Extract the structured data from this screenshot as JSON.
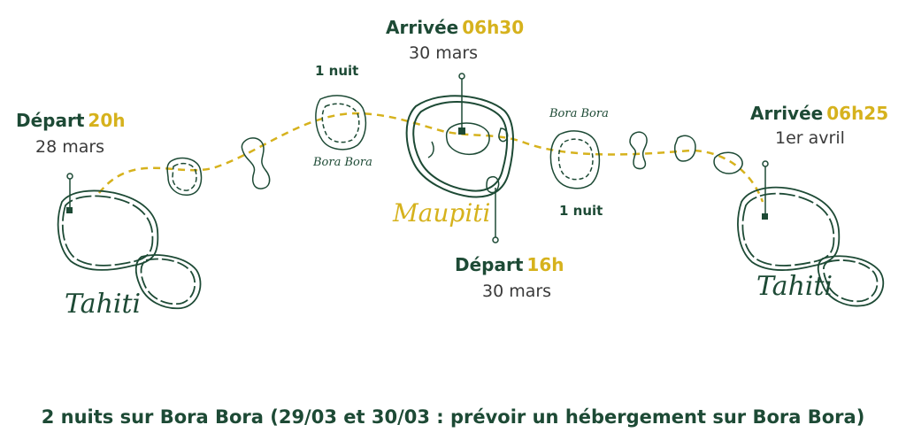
{
  "stops": {
    "depart_tahiti": {
      "label": "Départ",
      "time": "20h",
      "date": "28 mars"
    },
    "arrivee_maupiti": {
      "label": "Arrivée",
      "time": "06h30",
      "date": "30 mars"
    },
    "depart_maupiti": {
      "label": "Départ",
      "time": "16h",
      "date": "30 mars"
    },
    "arrivee_tahiti": {
      "label": "Arrivée",
      "time": "06h25",
      "date": "1er avril"
    }
  },
  "islands": {
    "tahiti_left": "Tahiti",
    "tahiti_right": "Tahiti",
    "maupiti": "Maupiti",
    "bora_bora_left": "Bora Bora",
    "bora_bora_right": "Bora Bora"
  },
  "nights": {
    "left": "1 nuit",
    "right": "1 nuit"
  },
  "footer": "2 nuits sur Bora Bora (29/03 et 30/03 : prévoir un hébergement sur Bora Bora)",
  "colors": {
    "green": "#1d4a35",
    "yellow": "#d6b21d"
  }
}
